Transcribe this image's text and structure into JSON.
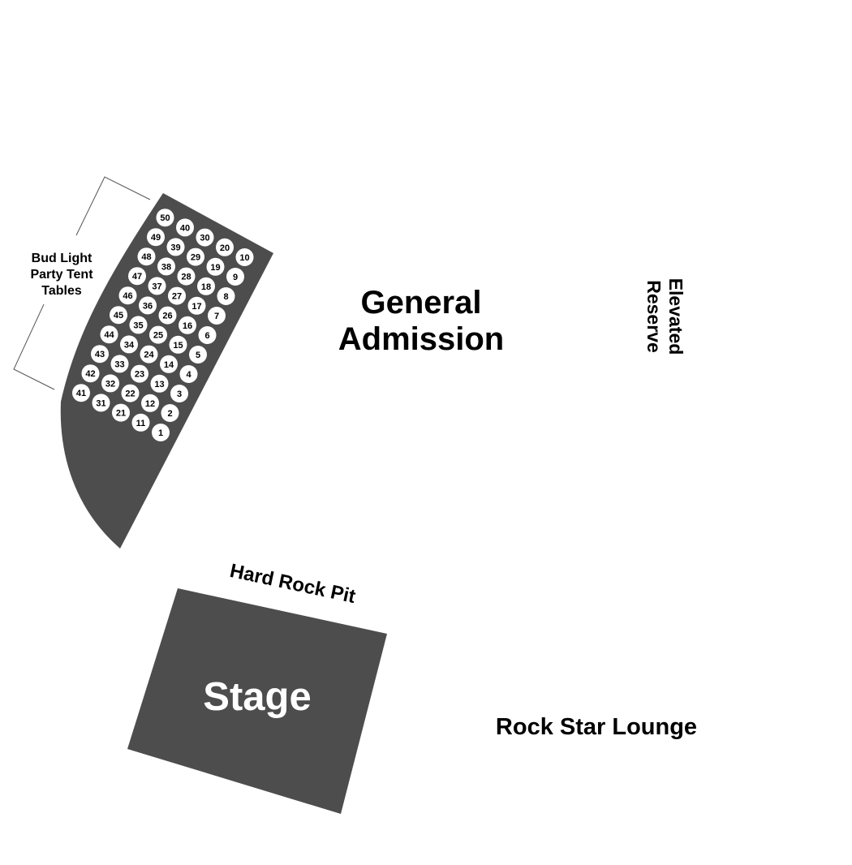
{
  "labels": {
    "general_admission_line1": "General",
    "general_admission_line2": "Admission",
    "elevated_reserve_line1": "Elevated",
    "elevated_reserve_line2": "Reserve",
    "bud_light_line1": "Bud Light",
    "bud_light_line2": "Party Tent",
    "bud_light_line3": "Tables",
    "hard_rock_pit": "Hard Rock Pit",
    "stage": "Stage",
    "rock_star_lounge": "Rock Star Lounge"
  },
  "tables": [
    "1",
    "2",
    "3",
    "4",
    "5",
    "6",
    "7",
    "8",
    "9",
    "10",
    "11",
    "12",
    "13",
    "14",
    "15",
    "16",
    "17",
    "18",
    "19",
    "20",
    "21",
    "22",
    "23",
    "24",
    "25",
    "26",
    "27",
    "28",
    "29",
    "30",
    "31",
    "32",
    "33",
    "34",
    "35",
    "36",
    "37",
    "38",
    "39",
    "40",
    "41",
    "42",
    "43",
    "44",
    "45",
    "46",
    "47",
    "48",
    "49",
    "50"
  ],
  "colors": {
    "section_fill": "#4d4d4d",
    "table_fill": "#ffffff",
    "background": "#ffffff"
  }
}
